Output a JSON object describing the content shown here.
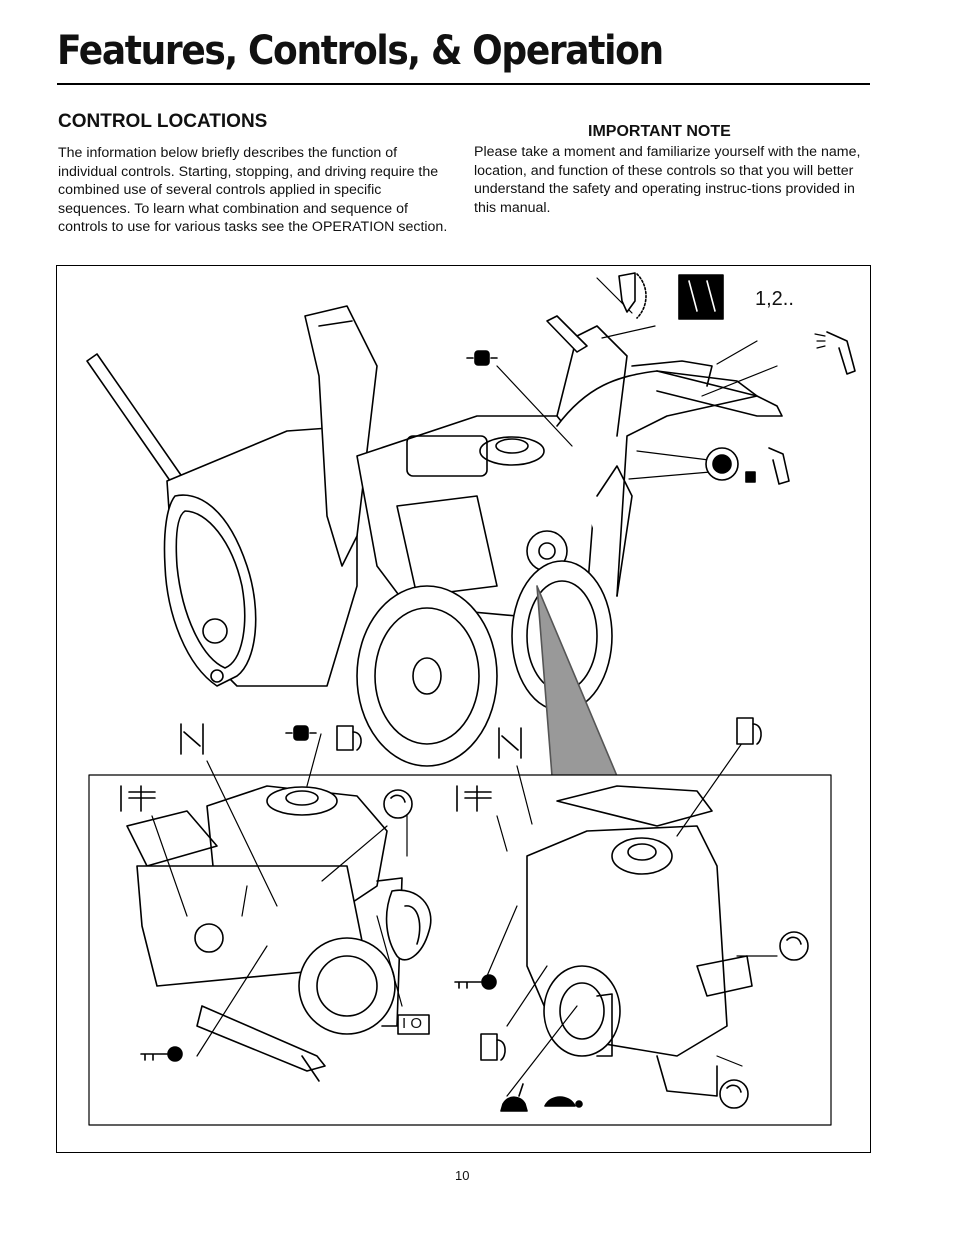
{
  "header": {
    "title": "Features, Controls, & Operation"
  },
  "section": {
    "heading": "CONTROL LOCATIONS",
    "intro": "The information below briefly describes the function of individual controls.  Starting, stopping, and driving require the combined use of several controls applied in specific sequences. To learn what combination and sequence of controls to use for various tasks see the OPERATION section."
  },
  "note": {
    "heading": "IMPORTANT NOTE",
    "body": "Please take a moment and familiarize yourself with the name, location, and function of these controls so that you will better understand the safety and operating instruc-tions provided in this manual."
  },
  "figure": {
    "speed_label": "1,2..",
    "switch_label": "I O"
  },
  "icons": [
    "chute-rotation-icon",
    "chute-deflector-icon",
    "speed-selector-icon",
    "drive-clutch-icon",
    "auger-clutch-icon",
    "steering-trigger-icon",
    "fuel-icon",
    "choke-icon",
    "primer-icon",
    "recoil-starter-icon",
    "key-icon",
    "throttle-fast-rabbit-icon",
    "throttle-slow-turtle-icon"
  ],
  "footer": {
    "page_number": "10"
  }
}
